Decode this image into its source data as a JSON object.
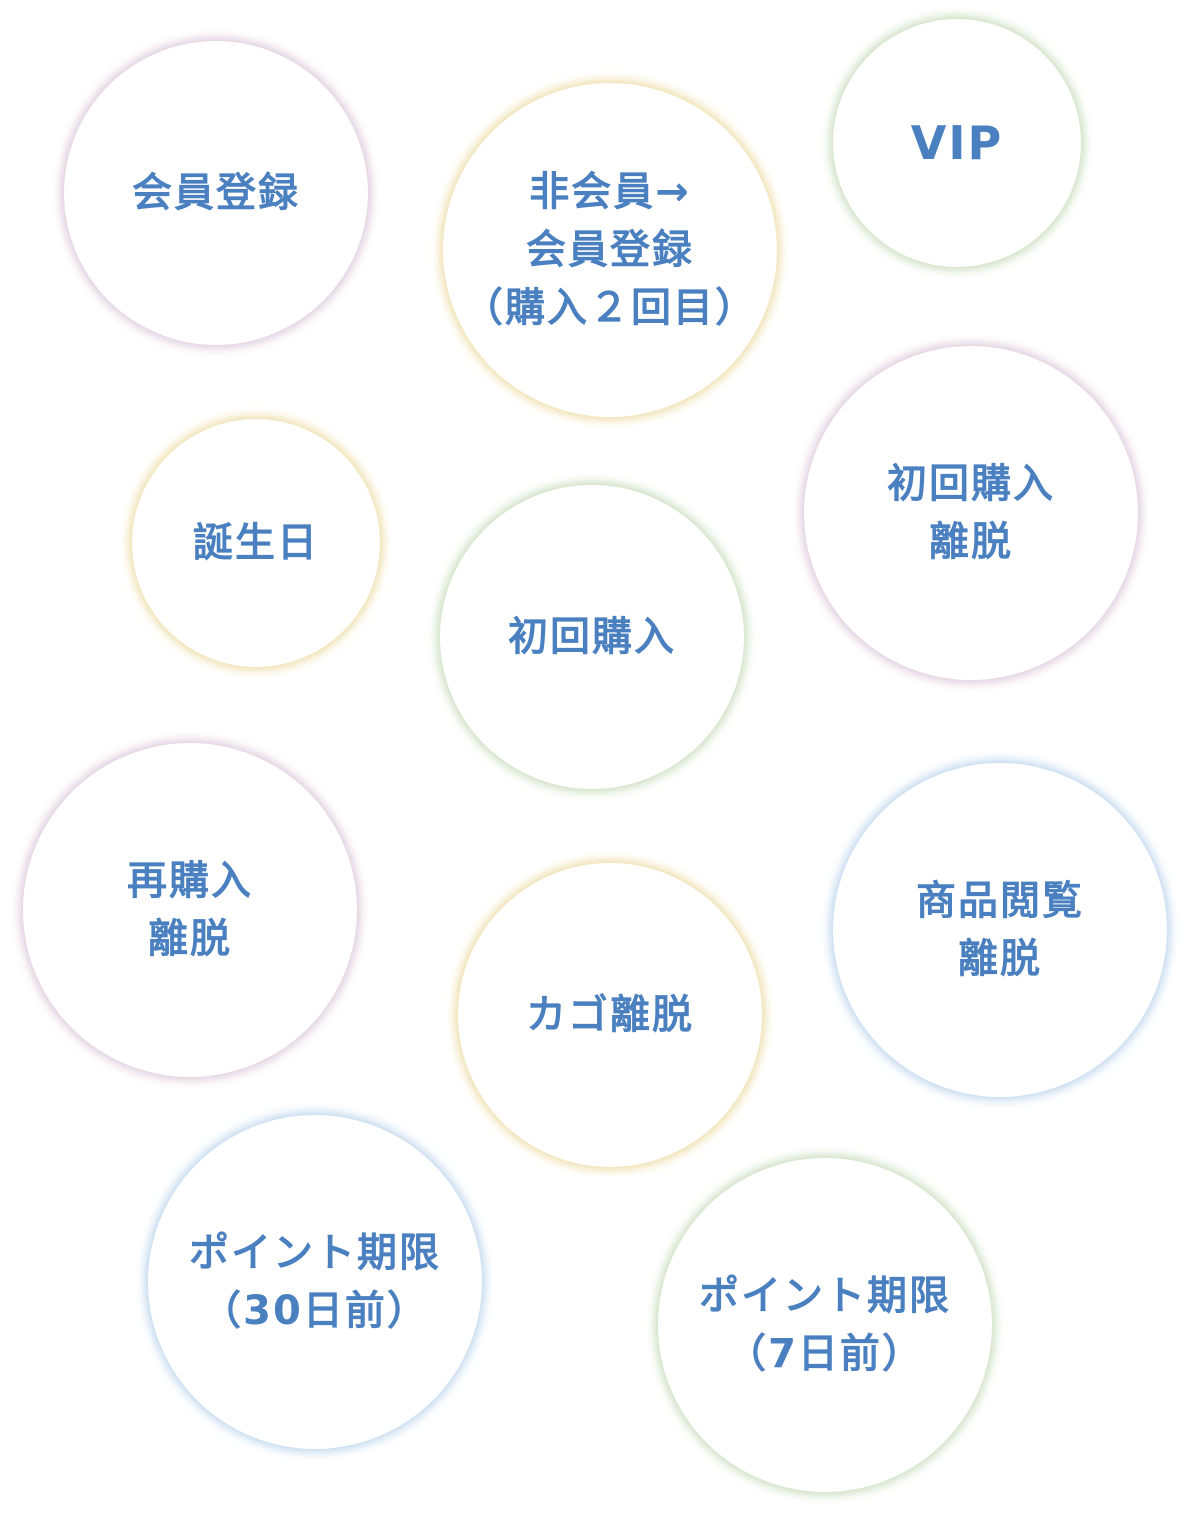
{
  "circles": [
    {
      "lines": [
        "会員登録"
      ],
      "glow": "#dcc8d8"
    },
    {
      "lines": [
        "非会員→",
        "会員登録",
        "（購入２回目）"
      ],
      "glow": "#ecdca4"
    },
    {
      "lines": [
        "VIP"
      ],
      "glow": "#c8dcbc"
    },
    {
      "lines": [
        "誕生日"
      ],
      "glow": "#ecdca4"
    },
    {
      "lines": [
        "初回購入"
      ],
      "glow": "#c8dcbc"
    },
    {
      "lines": [
        "初回購入",
        "離脱"
      ],
      "glow": "#dcc8d8"
    },
    {
      "lines": [
        "再購入",
        "離脱"
      ],
      "glow": "#dcc8d8"
    },
    {
      "lines": [
        "カゴ離脱"
      ],
      "glow": "#ecdca4"
    },
    {
      "lines": [
        "商品閲覧",
        "離脱"
      ],
      "glow": "#bcd4ec"
    },
    {
      "lines": [
        "ポイント期限",
        "（30日前）"
      ],
      "glow": "#bcd4ec"
    },
    {
      "lines": [
        "ポイント期限",
        "（7日前）"
      ],
      "glow": "#c8dcbc"
    }
  ],
  "text_color": "#4a80c0"
}
